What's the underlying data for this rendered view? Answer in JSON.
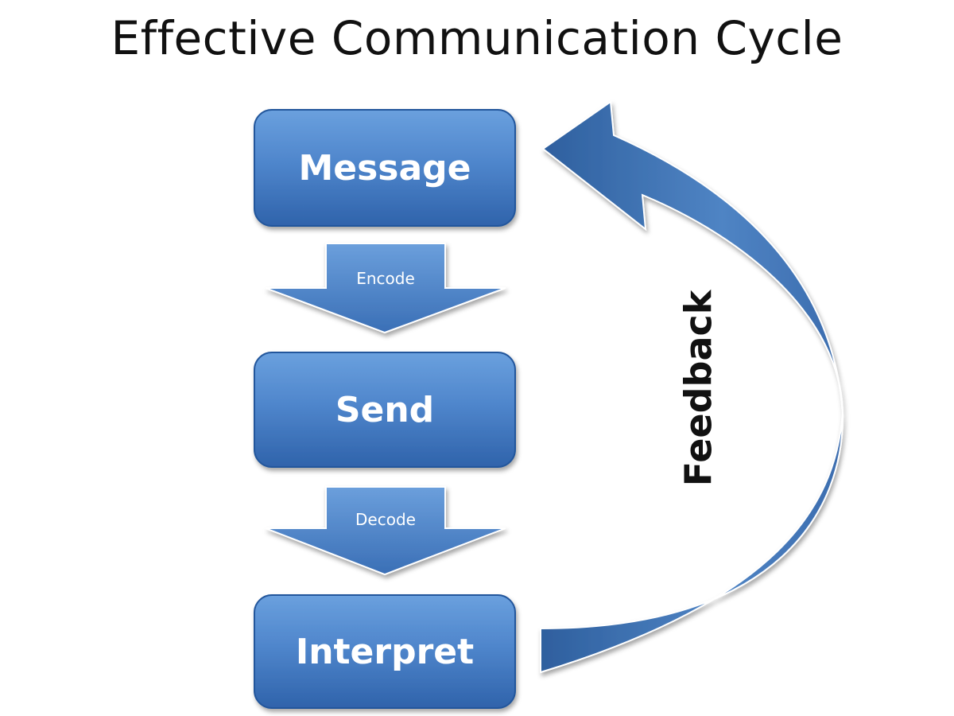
{
  "title": "Effective Communication Cycle",
  "steps": [
    {
      "label": "Message"
    },
    {
      "label": "Send"
    },
    {
      "label": "Interpret"
    }
  ],
  "transitions": [
    {
      "label": "Encode"
    },
    {
      "label": "Decode"
    }
  ],
  "feedback": {
    "label": "Feedback"
  },
  "colors": {
    "box_light": "#5f95d6",
    "box_dark": "#2f63ab",
    "box_border": "#24579c",
    "arrow_light": "#6b9fdc",
    "arrow_dark": "#3a6fb6",
    "curve_light": "#5a8fcd",
    "curve_dark": "#2e5f9e",
    "title_text": "#111111"
  }
}
